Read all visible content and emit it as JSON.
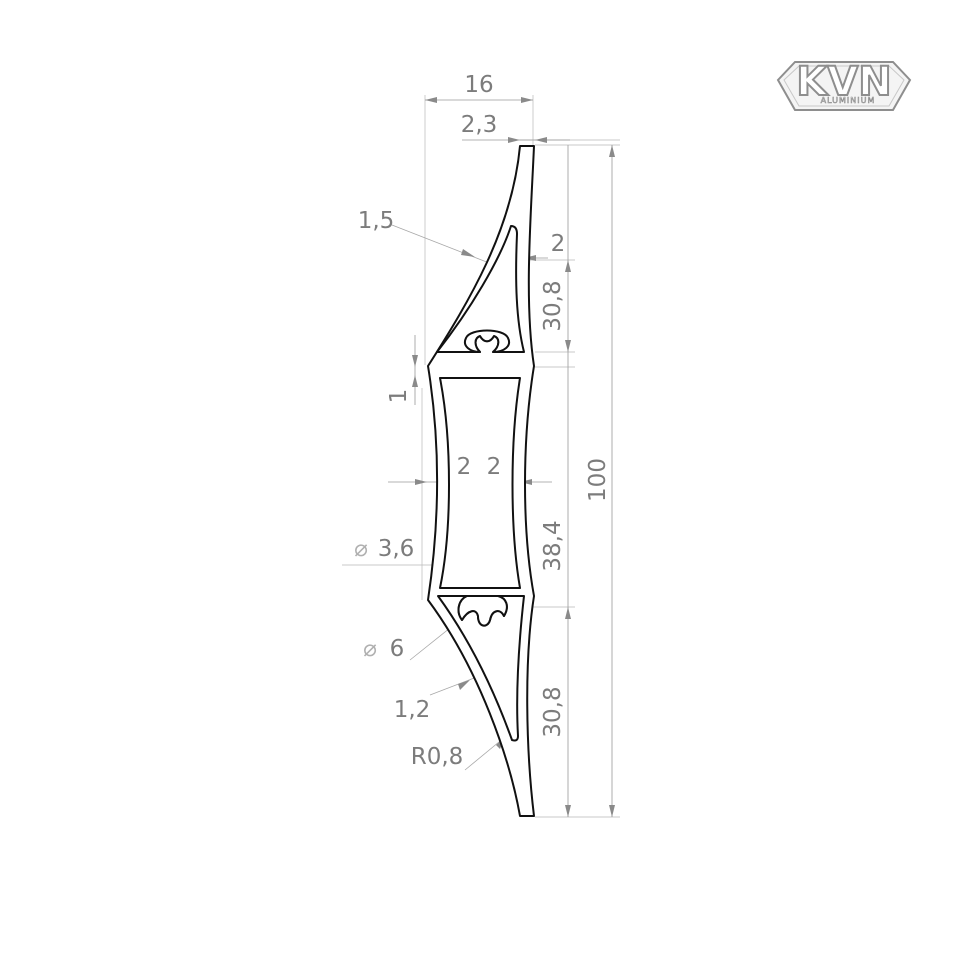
{
  "logo": {
    "letters": "KVN",
    "subtitle": "ALUMINIUM"
  },
  "dimensions": {
    "width_total": "16",
    "tip_width": "2,3",
    "skin_thickness": "1,5",
    "wall_top": "2",
    "height_top": "30,8",
    "height_total": "100",
    "offset": "1",
    "wall_left": "2",
    "wall_right": "2",
    "height_middle": "38,4",
    "hole_small": "3,6",
    "hole_large": "6",
    "wall_lower": "1,2",
    "radius": "R0,8",
    "height_bottom": "30,8"
  },
  "colors": {
    "outline": "#111111",
    "dimension": "#7c7c7c",
    "logo": "#8e8e8e"
  }
}
